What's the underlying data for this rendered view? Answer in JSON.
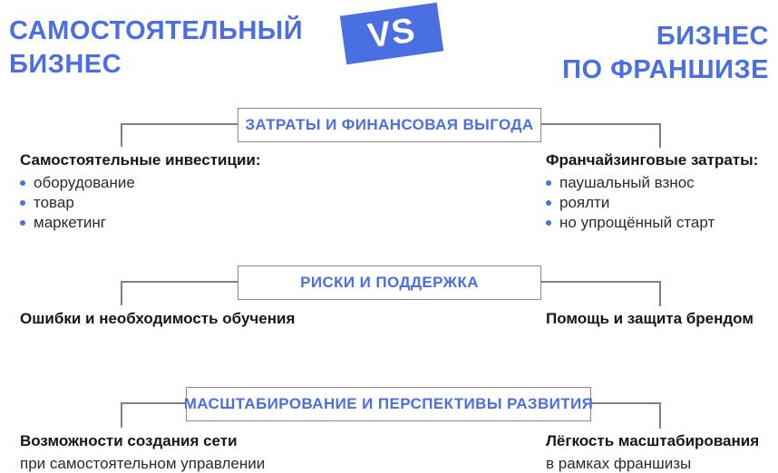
{
  "header": {
    "left_title_line1": "САМОСТОЯТЕЛЬНЫЙ",
    "left_title_line2": "БИЗНЕС",
    "vs_label": "VS",
    "right_title_line1": "БИЗНЕС",
    "right_title_line2": "ПО ФРАНШИЗЕ"
  },
  "colors": {
    "accent_blue": "#4a6fe2",
    "body_text": "#1f1f1f",
    "line_gray": "#808080",
    "badge_text": "#ffffff"
  },
  "sections": [
    {
      "title": "ЗАТРАТЫ И ФИНАНСОВАЯ ВЫГОДА",
      "left": {
        "heading": "Самостоятельные инвестиции:",
        "bullets": [
          "оборудование",
          "товар",
          "маркетинг"
        ]
      },
      "right": {
        "heading": "Франчайзинговые затраты:",
        "bullets": [
          "паушальный взнос",
          "роялти",
          "но упрощённый старт"
        ]
      }
    },
    {
      "title": "РИСКИ И ПОДДЕРЖКА",
      "left": {
        "heading": "Ошибки и необходимость обучения"
      },
      "right": {
        "heading": "Помощь и защита брендом"
      }
    },
    {
      "title": "МАСШТАБИРОВАНИЕ И ПЕРСПЕКТИВЫ РАЗВИТИЯ",
      "left": {
        "heading": "Возможности создания сети",
        "subtext": "при самостоятельном управлении"
      },
      "right": {
        "heading": "Лёгкость масштабирования",
        "subtext": "в рамках франшизы"
      }
    }
  ]
}
